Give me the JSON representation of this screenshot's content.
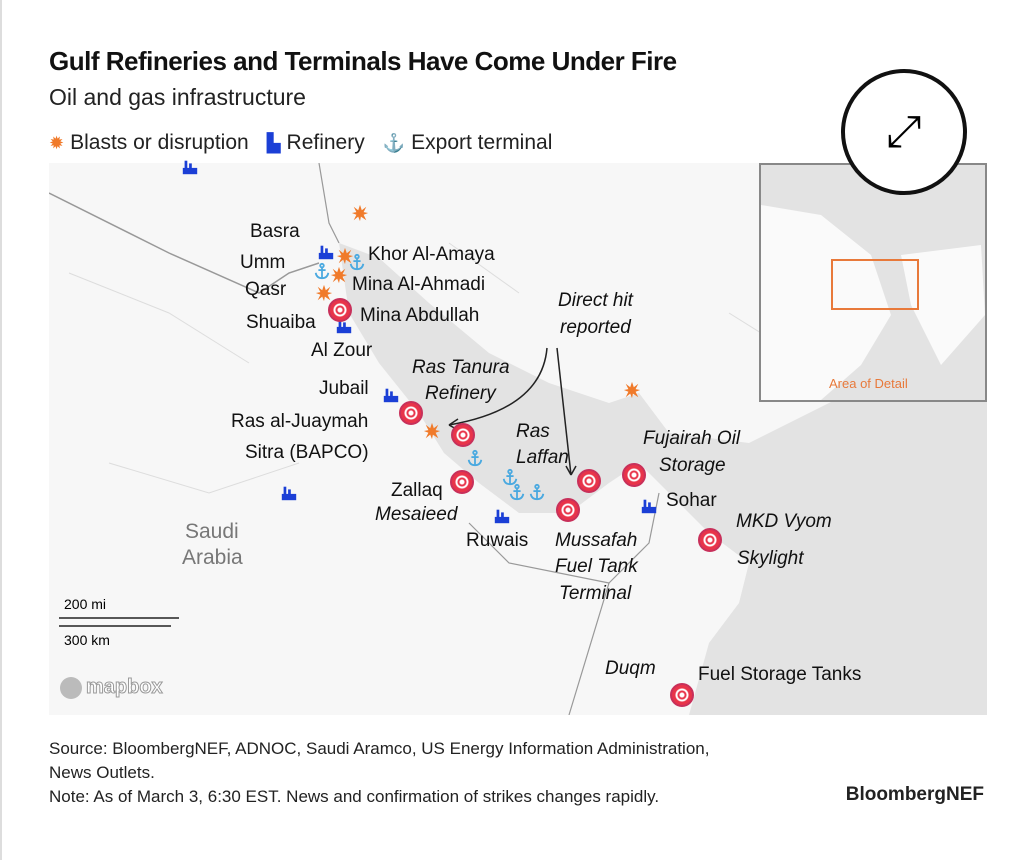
{
  "title": "Gulf Refineries and Terminals Have Come Under Fire",
  "subtitle": "Oil and gas infrastructure",
  "legend": [
    {
      "icon": "blast-icon",
      "label": "Blasts or disruption",
      "color": "#f07a2a"
    },
    {
      "icon": "refinery-icon",
      "label": "Refinery",
      "color": "#1b3fd6"
    },
    {
      "icon": "anchor-icon",
      "label": "Export terminal",
      "color": "#4aa9e0"
    }
  ],
  "labels": {
    "basra": "Basra",
    "umm": "Umm",
    "qasr": "Qasr",
    "khor": "Khor Al-Amaya",
    "ahmadi": "Mina Al-Ahmadi",
    "shuaiba": "Shuaiba",
    "abdullah": "Mina Abdullah",
    "zour": "Al Zour",
    "jubail": "Jubail",
    "ras_tanura": "Ras Tanura",
    "refinery": "Refinery",
    "juaymah": "Ras al-Juaymah",
    "sitra": "Sitra (BAPCO)",
    "ras": "Ras",
    "laffan": "Laffan",
    "zallaq": "Zallaq",
    "mesaieed": "Mesaieed",
    "ruwais": "Ruwais",
    "mussafah": "Mussafah",
    "fuel_tank": "Fuel Tank",
    "terminal": "Terminal",
    "fujairah": "Fujairah Oil",
    "storage": "Storage",
    "sohar": "Sohar",
    "mkd": "MKD Vyom",
    "skylight": "Skylight",
    "duqm": "Duqm",
    "fuel_storage": "Fuel Storage Tanks",
    "saudi": "Saudi",
    "arabia": "Arabia",
    "direct_hit": "Direct hit",
    "reported": "reported"
  },
  "scale": {
    "mi": "200 mi",
    "km": "300 km"
  },
  "attribution": "mapbox",
  "inset": {
    "label": "Area of Detail",
    "accent": "#e8793a"
  },
  "source": "Source: BloombergNEF, ADNOC, Saudi Aramco, US Energy Information Administration, News Outlets.",
  "note": "Note: As of March 3, 6:30 EST. News and confirmation of strikes changes rapidly.",
  "brand": "BloombergNEF"
}
